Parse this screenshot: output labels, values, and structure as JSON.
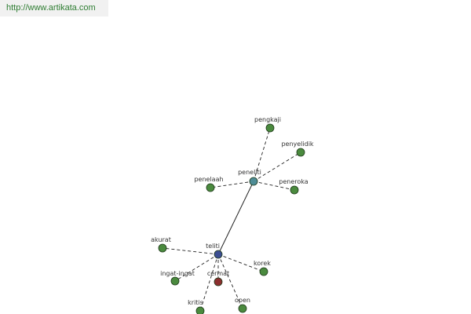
{
  "source": {
    "url_text": "http://www.artikata.com"
  },
  "colors": {
    "hub_primary": "#3b4d91",
    "hub_secondary": "#4e8c96",
    "leaf": "#4a8a3e",
    "highlight": "#8c2f2f",
    "edge": "#222222",
    "link_text": "#2e7d32"
  },
  "graph": {
    "nodes": [
      {
        "id": "teliti",
        "label": "teliti",
        "kind": "hub_primary"
      },
      {
        "id": "peneliti",
        "label": "peneliti",
        "kind": "hub_secondary"
      },
      {
        "id": "pengkaji",
        "label": "pengkaji",
        "kind": "leaf"
      },
      {
        "id": "penyelidik",
        "label": "penyelidik",
        "kind": "leaf"
      },
      {
        "id": "penelaah",
        "label": "penelaah",
        "kind": "leaf"
      },
      {
        "id": "peneroka",
        "label": "peneroka",
        "kind": "leaf"
      },
      {
        "id": "akurat",
        "label": "akurat",
        "kind": "leaf"
      },
      {
        "id": "korek",
        "label": "korek",
        "kind": "leaf"
      },
      {
        "id": "ingat-ingat",
        "label": "ingat-ingat",
        "kind": "leaf"
      },
      {
        "id": "cermat",
        "label": "cermat",
        "kind": "highlight"
      },
      {
        "id": "kritis",
        "label": "kritis",
        "kind": "leaf"
      },
      {
        "id": "open",
        "label": "open",
        "kind": "leaf"
      }
    ],
    "edges": [
      {
        "from": "teliti",
        "to": "peneliti",
        "style": "solid"
      },
      {
        "from": "peneliti",
        "to": "pengkaji",
        "style": "dashed"
      },
      {
        "from": "peneliti",
        "to": "penyelidik",
        "style": "dashed"
      },
      {
        "from": "peneliti",
        "to": "penelaah",
        "style": "dashed"
      },
      {
        "from": "peneliti",
        "to": "peneroka",
        "style": "dashed"
      },
      {
        "from": "teliti",
        "to": "akurat",
        "style": "dashed"
      },
      {
        "from": "teliti",
        "to": "korek",
        "style": "dashed"
      },
      {
        "from": "teliti",
        "to": "ingat-ingat",
        "style": "dashed"
      },
      {
        "from": "teliti",
        "to": "cermat",
        "style": "dashed"
      },
      {
        "from": "teliti",
        "to": "kritis",
        "style": "dashed"
      },
      {
        "from": "teliti",
        "to": "open",
        "style": "dashed"
      }
    ]
  }
}
